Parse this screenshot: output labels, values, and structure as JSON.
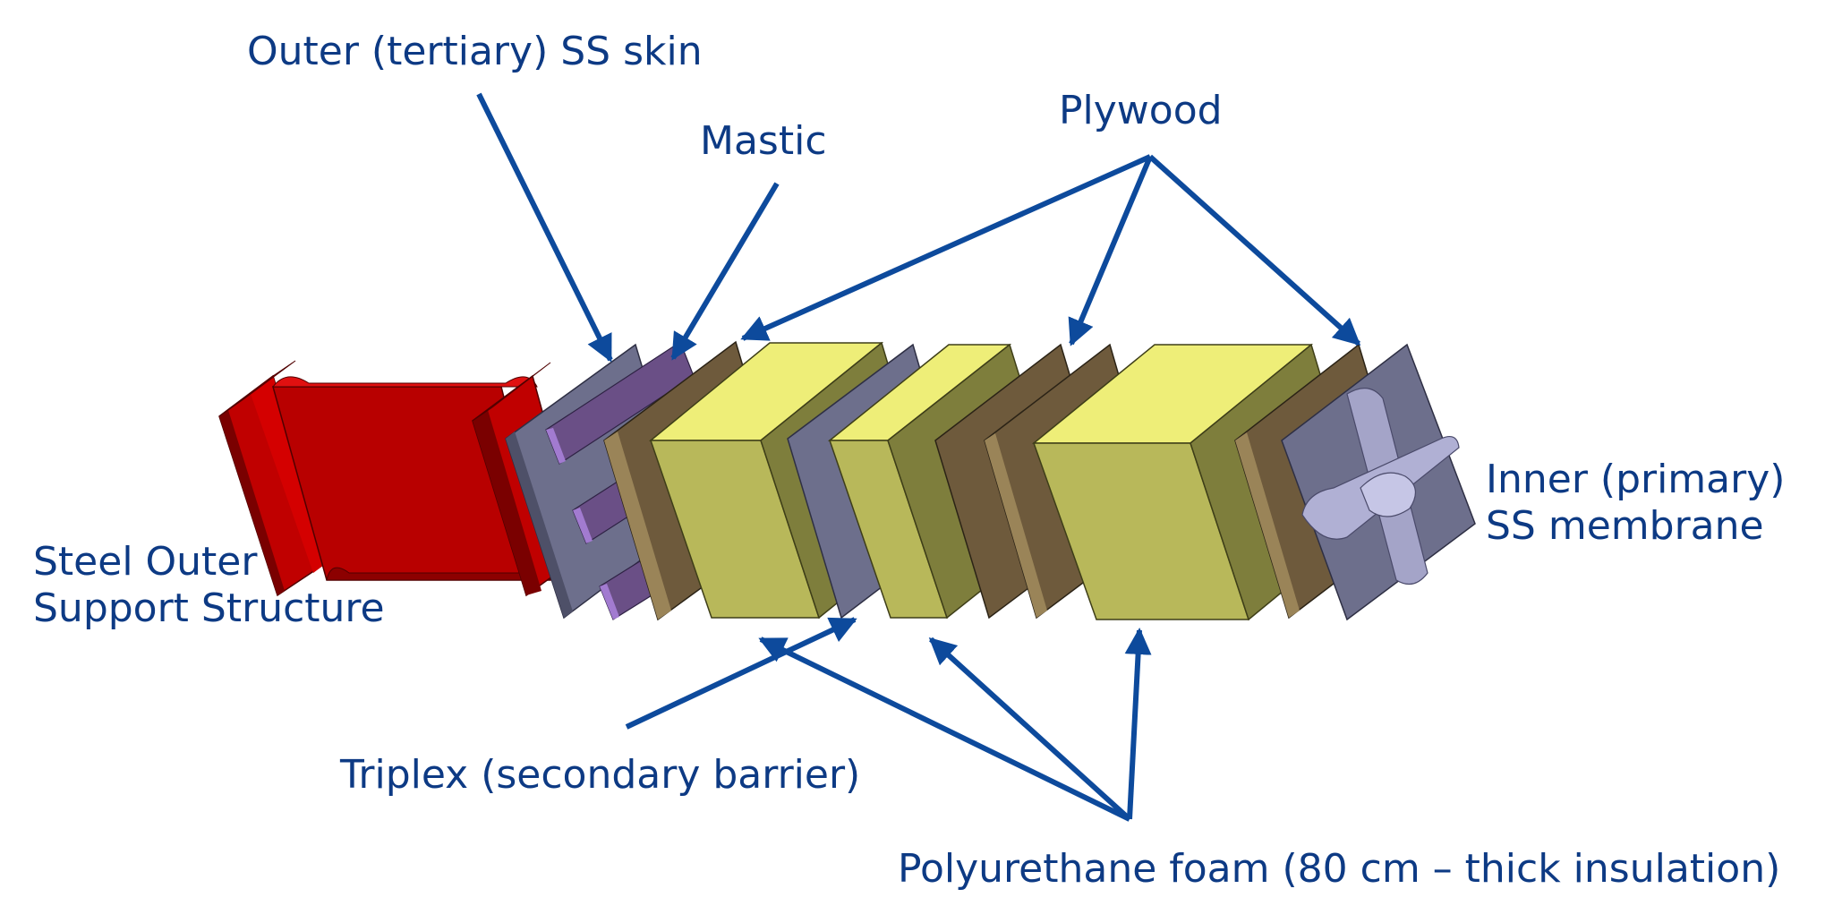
{
  "labels": {
    "outer_skin": "Outer (tertiary) SS skin",
    "mastic": "Mastic",
    "plywood": "Plywood",
    "inner_membrane_line1": "Inner (primary)",
    "inner_membrane_line2": "SS membrane",
    "steel_support_line1": "Steel Outer",
    "steel_support_line2": "Support Structure",
    "triplex": "Triplex (secondary barrier)",
    "foam": "Polyurethane foam (80 cm – thick insulation)"
  },
  "colors": {
    "label_text": "#0d3a84",
    "arrow": "#0d4a9c",
    "steel_red": "#c00000",
    "steel_red_dark": "#7a0000",
    "ss_grey": "#6d6f8c",
    "mastic_purple": "#6a4f86",
    "plywood_brown": "#6e5a3c",
    "foam_yellow": "#b8b85a",
    "foam_top": "#eeee78",
    "membrane_grey": "#7f7fa0"
  }
}
